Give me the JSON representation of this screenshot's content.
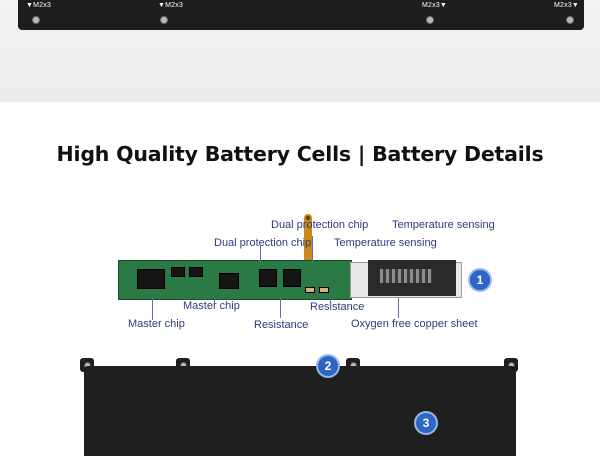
{
  "top_battery": {
    "screw_labels": [
      "▼M2x3",
      "▼M2x3",
      "M2x3▼",
      "M2x3▼"
    ]
  },
  "heading": "High Quality Battery Cells | Battery Details",
  "callouts": {
    "dual_protection_chip_upper": "Dual protection chip",
    "temperature_sensing_upper": "Temperature sensing",
    "dual_protection_chip_lower": "Dual protection chip",
    "temperature_sensing_lower": "Temperature sensing",
    "master_chip_upper": "Master chip",
    "master_chip_lower": "Master chip",
    "resistance_upper": "Resistance",
    "resistance_lower": "Resistance",
    "oxygen_free_copper": "Oxygen free copper sheet"
  },
  "badges": [
    "1",
    "2",
    "3"
  ],
  "colors": {
    "badge": "#2f66c6",
    "callout_text": "#2e3c78",
    "pcb_green": "#2b7a45",
    "battery_black": "#1f1f1f"
  }
}
